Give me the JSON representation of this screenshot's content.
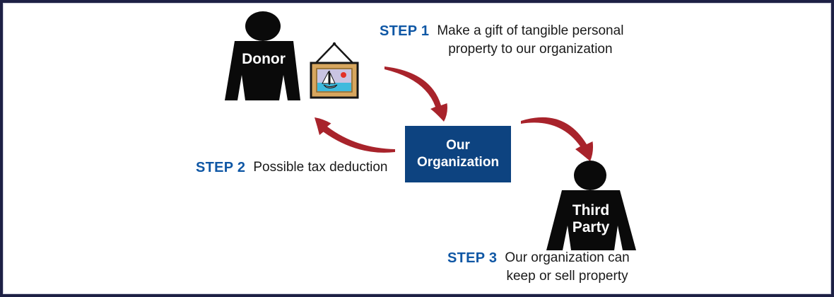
{
  "figures": {
    "donor": {
      "label": "Donor"
    },
    "third_party": {
      "lines": [
        "Third",
        "Party"
      ]
    }
  },
  "organization_box": {
    "lines": [
      "Our",
      "Organization"
    ]
  },
  "steps": [
    {
      "label": "STEP 1",
      "lines": [
        "Make a gift of tangible personal",
        "property to our organization"
      ]
    },
    {
      "label": "STEP 2",
      "lines": [
        "Possible tax deduction"
      ]
    },
    {
      "label": "STEP 3",
      "lines": [
        "Our organization can",
        "keep or sell property"
      ]
    }
  ],
  "icons": {
    "donor_figure": "person-silhouette-icon",
    "third_party_figure": "person-silhouette-icon",
    "gift": "framed-sailboat-picture-icon",
    "flow": "curved-red-arrow-icon"
  },
  "colors": {
    "border": "#1e2145",
    "step_label": "#0f57a5",
    "box": "#0d4380",
    "arrow": "#a8232b",
    "figure": "#0a0a0a",
    "text": "#1a1a1a",
    "frame_tan": "#d7a65e",
    "sky": "#c9c4e2",
    "water": "#3fbadd",
    "sun": "#e23128"
  }
}
